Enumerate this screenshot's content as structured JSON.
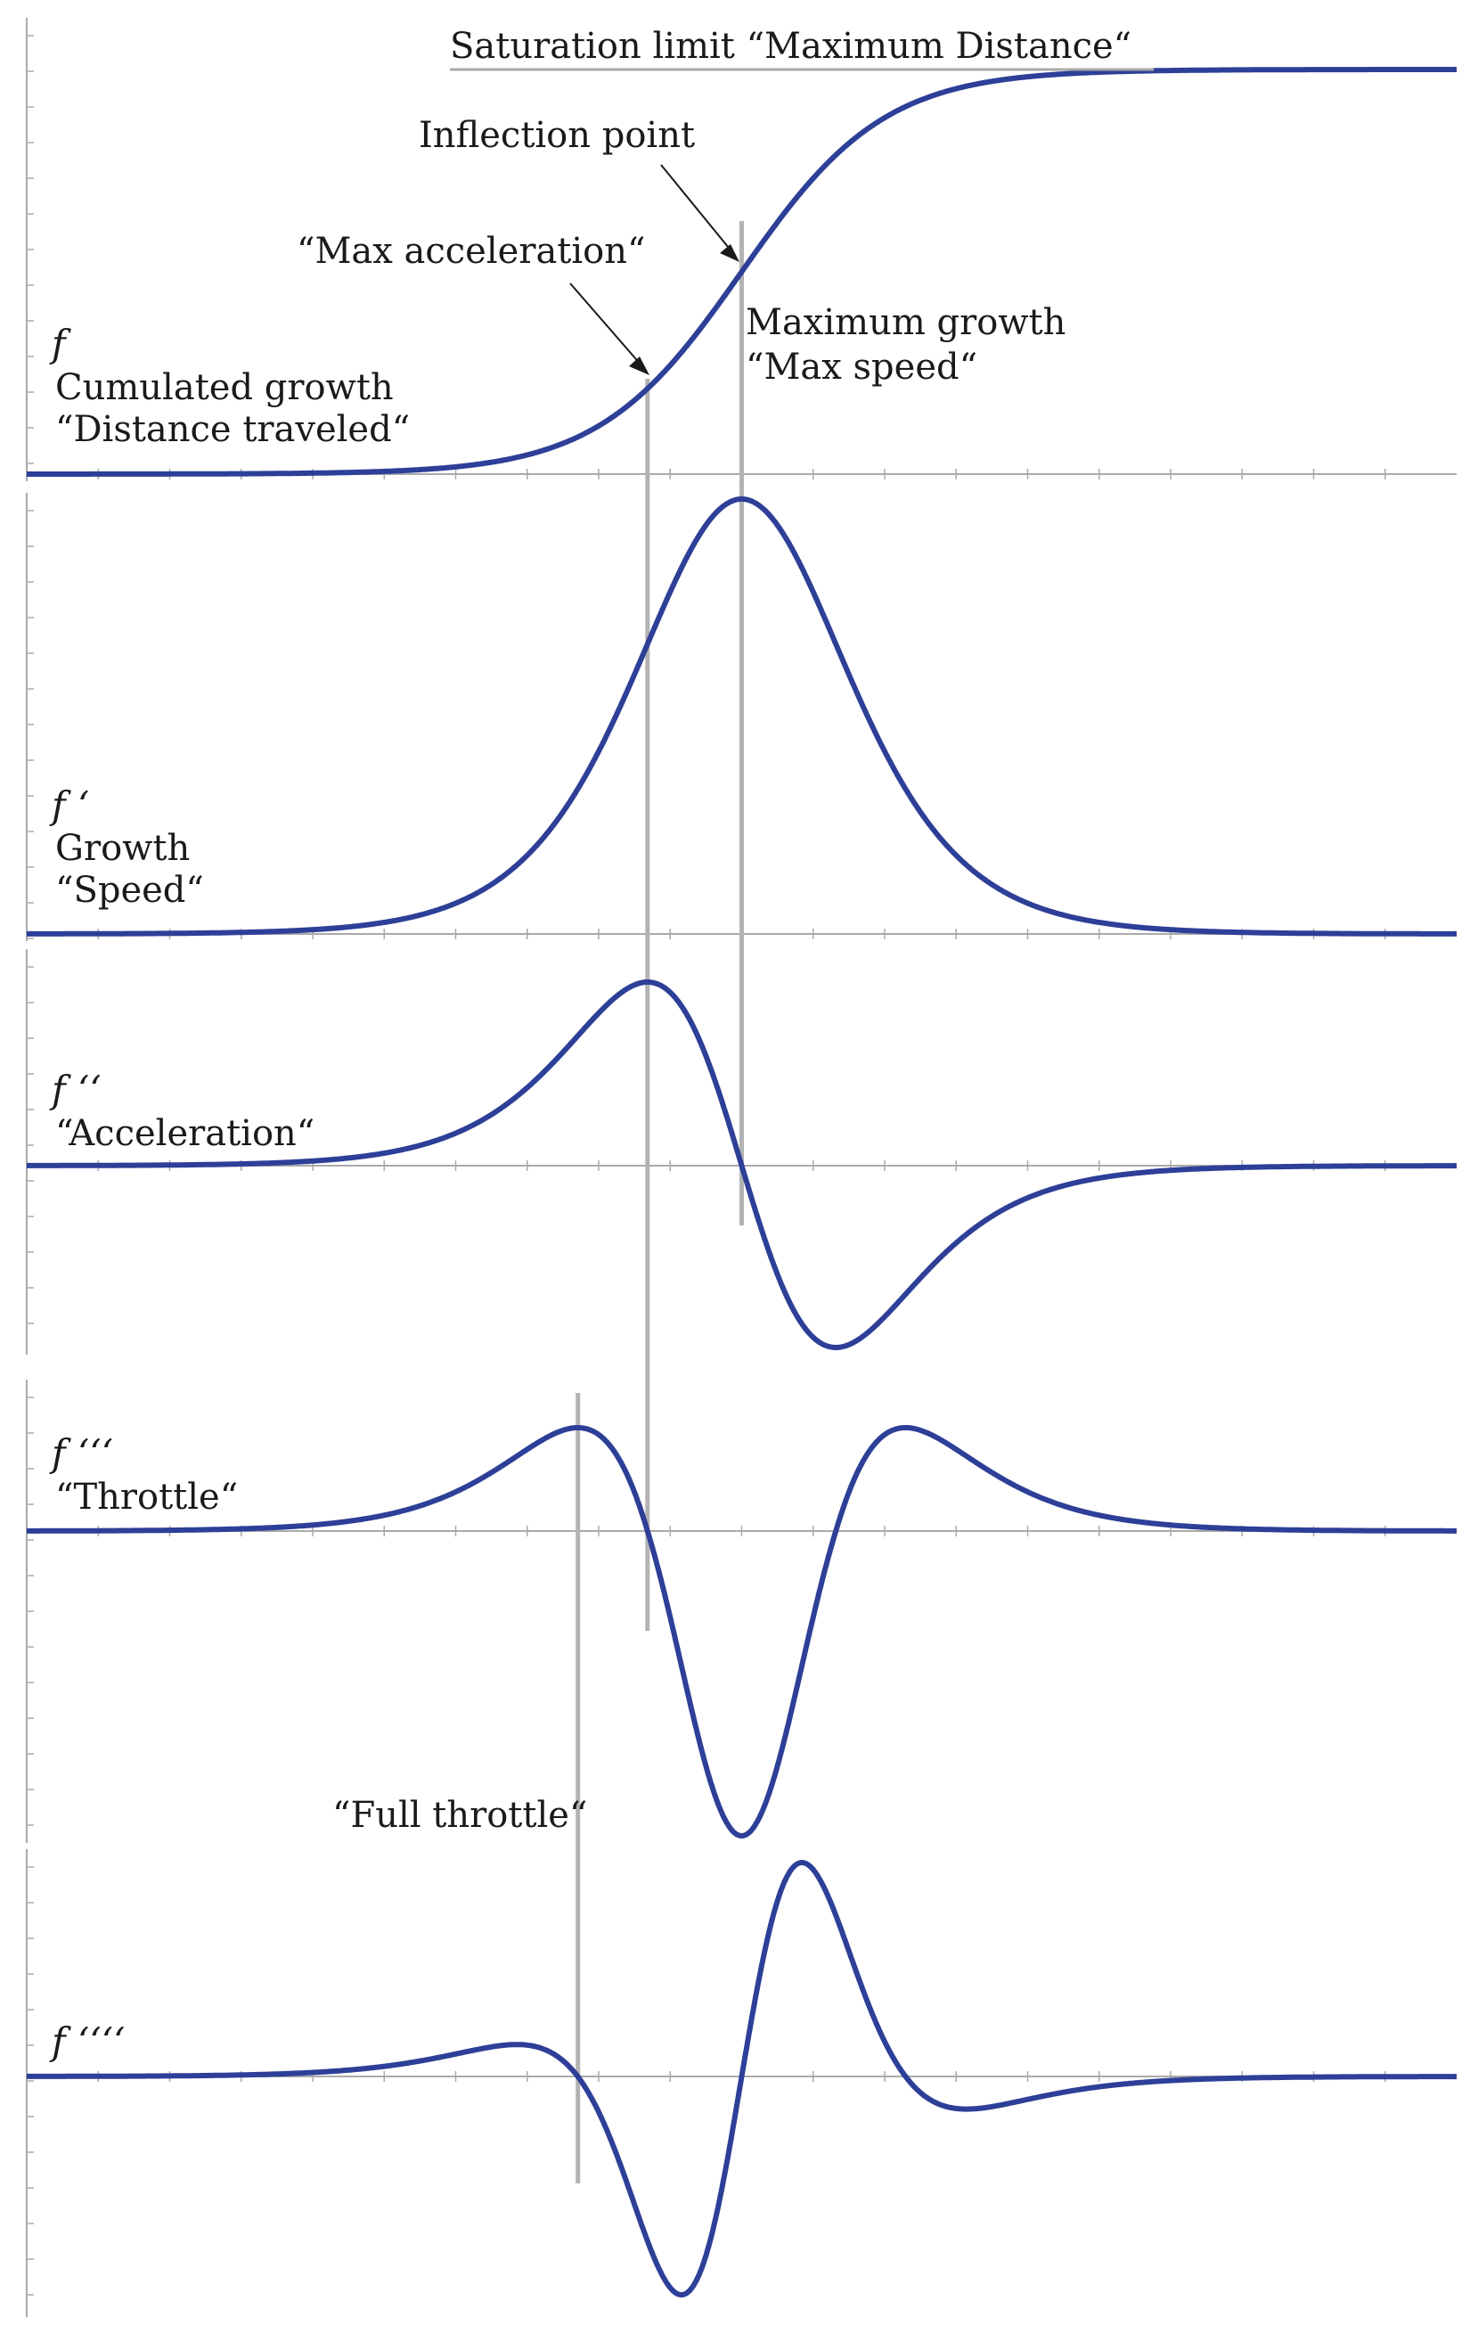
{
  "chart_data": {
    "type": "line",
    "description_function": "logistic",
    "x_range": [
      -10,
      10
    ],
    "inflection_x": 0,
    "max_acceleration_x": -1.317,
    "full_throttle_x": -2.29,
    "saturation_label": "Saturation limit “Maximum Distance“",
    "annotations": [
      {
        "id": "inflection",
        "text": "Inflection point"
      },
      {
        "id": "max_acc",
        "text": "“Max acceleration“"
      },
      {
        "id": "max_growth",
        "lines": [
          "Maximum growth",
          "“Max speed“"
        ]
      },
      {
        "id": "full_throttle",
        "text": "“Full throttle“"
      }
    ],
    "panels": [
      {
        "id": "f",
        "name": "f",
        "labels": [
          "Cumulated growth",
          "“Distance traveled“"
        ]
      },
      {
        "id": "f1",
        "name": "f ‘",
        "labels": [
          "Growth",
          "“Speed“"
        ]
      },
      {
        "id": "f2",
        "name": "f ‘‘",
        "labels": [
          "“Acceleration“"
        ]
      },
      {
        "id": "f3",
        "name": "f ‘‘‘",
        "labels": [
          "“Throttle“"
        ]
      },
      {
        "id": "f4",
        "name": "f ‘‘‘‘",
        "labels": []
      }
    ],
    "colors": {
      "curve": "#2d3f97",
      "axis": "#aaaaaa",
      "guide": "#b3b3b3",
      "text": "#1a1a1a"
    }
  }
}
